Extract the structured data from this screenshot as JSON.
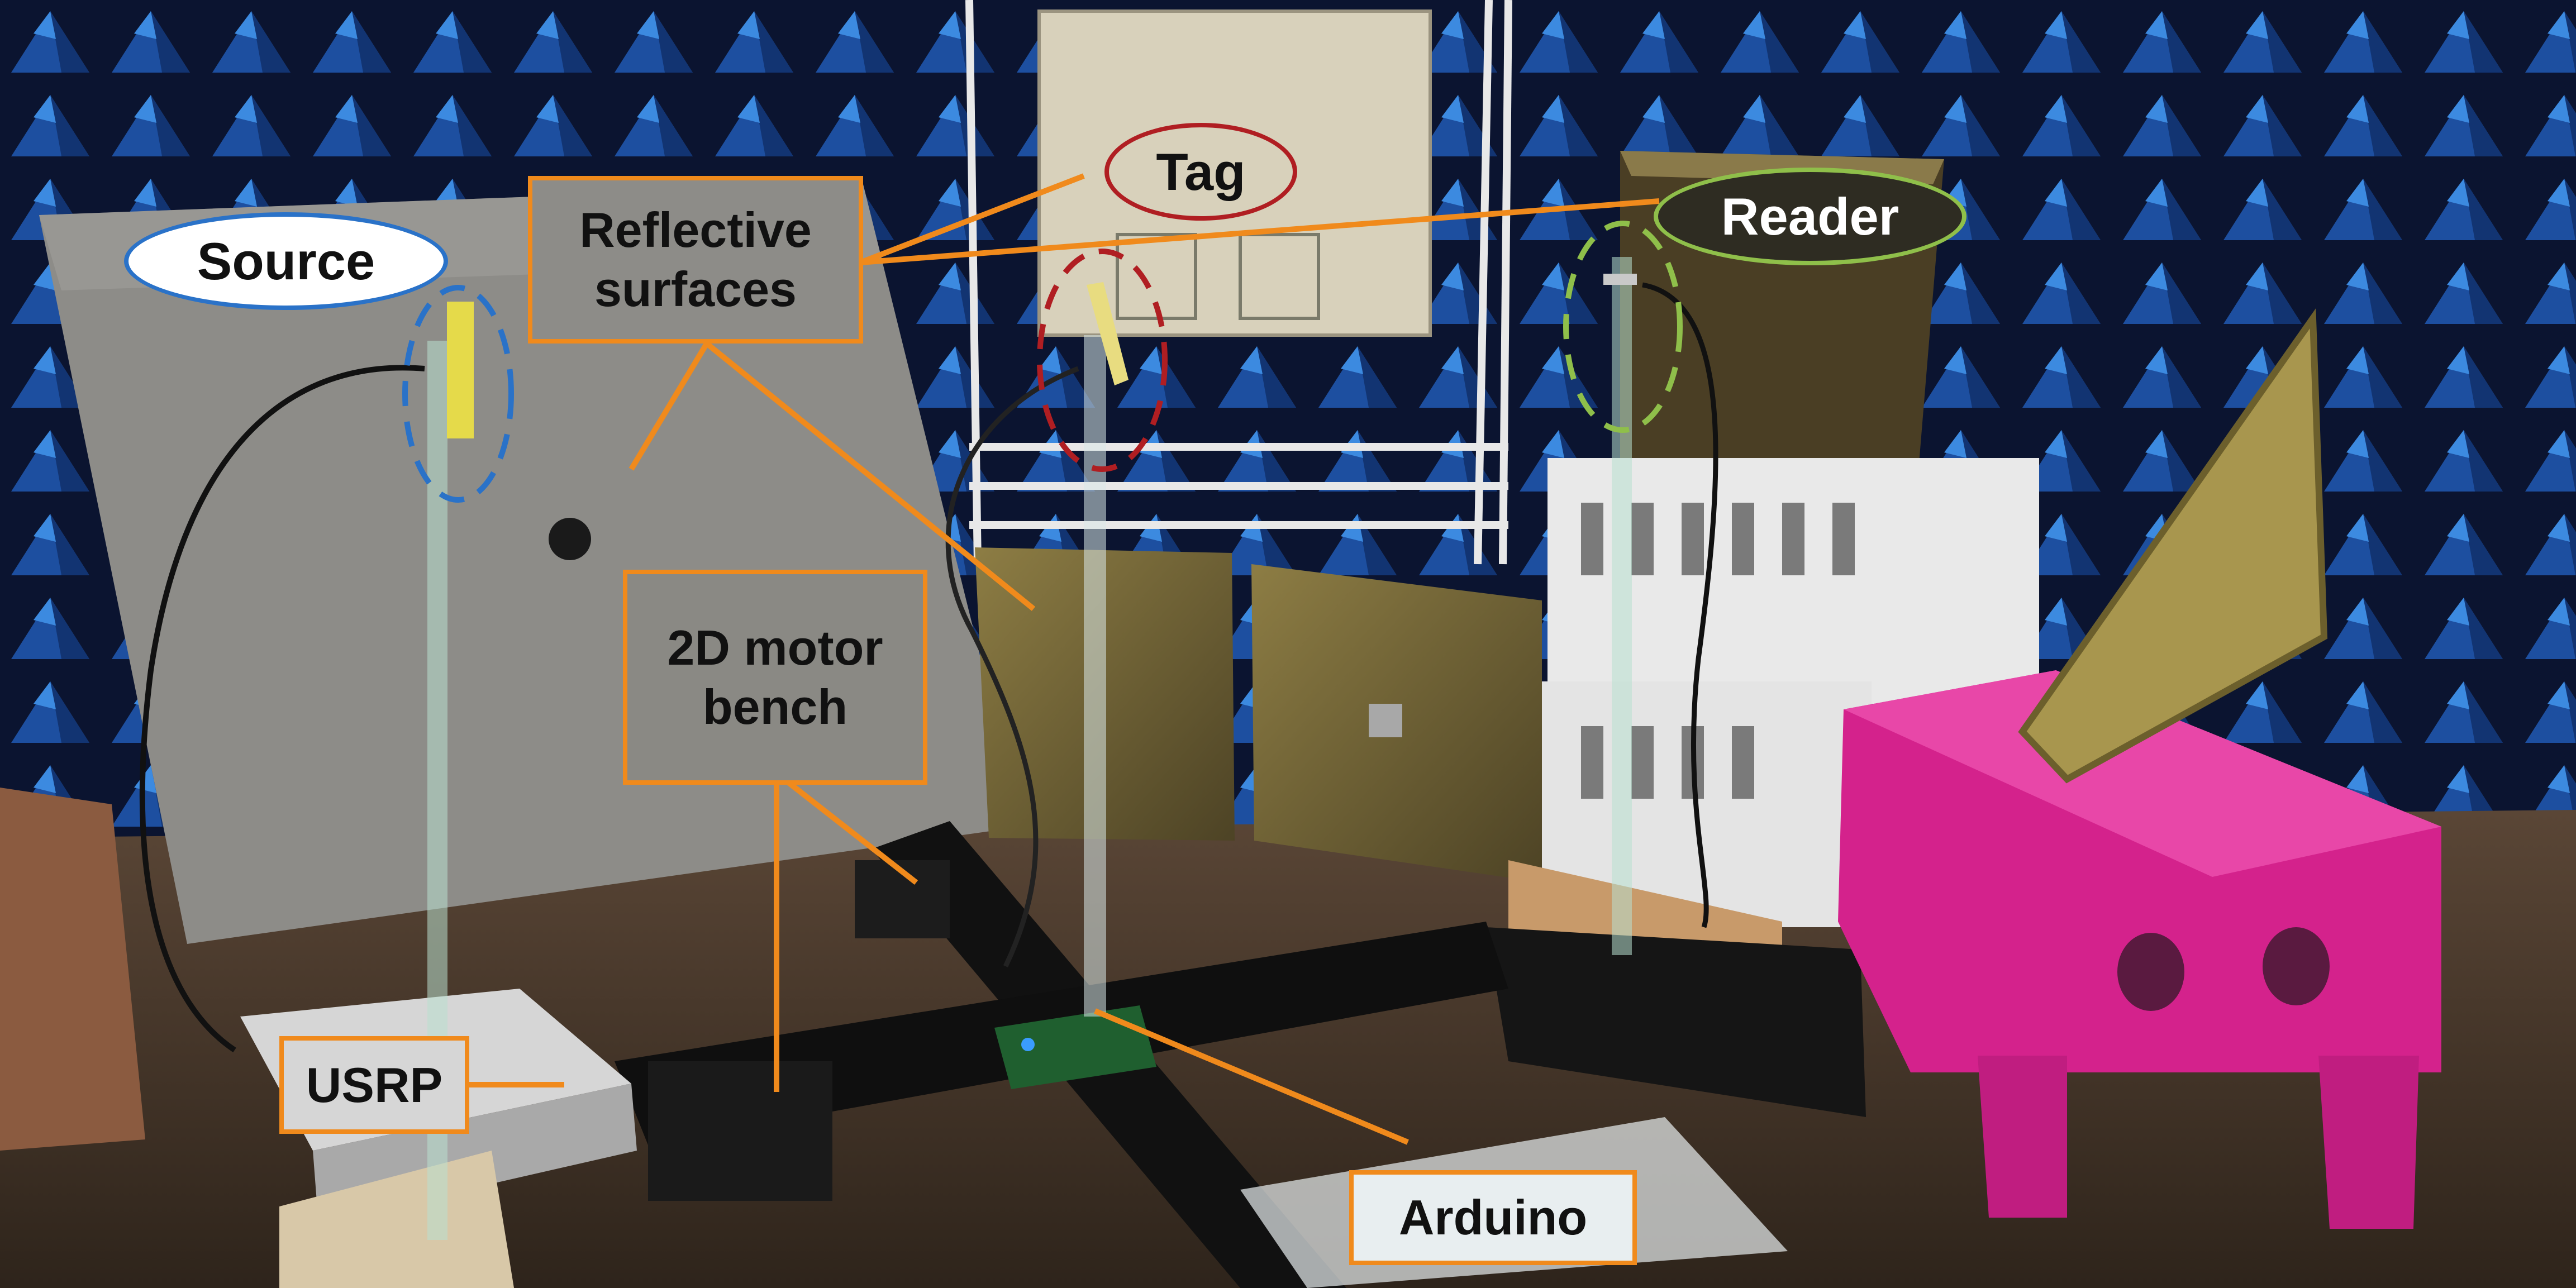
{
  "labels": {
    "source": "Source",
    "tag": "Tag",
    "reader": "Reader",
    "reflective_surfaces": "Reflective\nsurfaces",
    "motor_bench": "2D motor\nbench",
    "usrp": "USRP",
    "arduino": "Arduino"
  },
  "colors": {
    "annotation_orange": "#f08a1c",
    "source_blue": "#2a72c8",
    "tag_red": "#b01e22",
    "reader_green": "#8fbf4a",
    "stool_pink": "#d4228c",
    "absorber_blue": "#1d4fa0"
  }
}
